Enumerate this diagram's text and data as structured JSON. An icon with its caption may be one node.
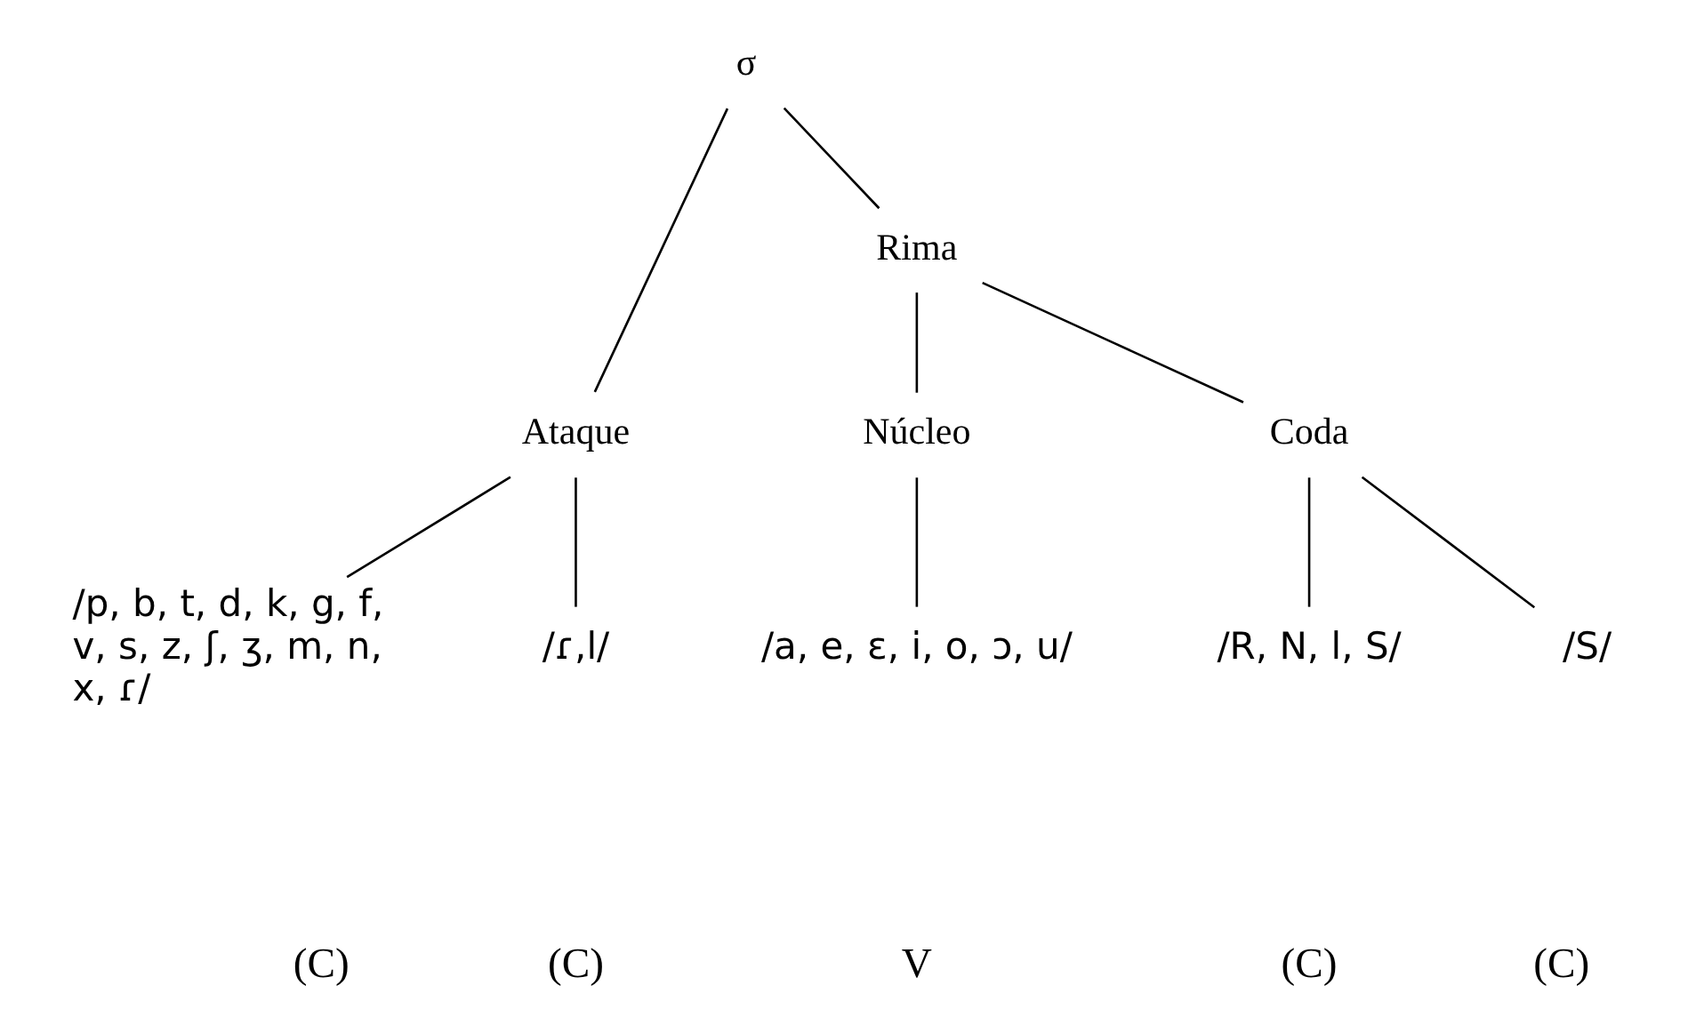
{
  "diagram": {
    "nodes": [
      {
        "text": [
          "σ"
        ]
      },
      {
        "text": [
          "Ataque"
        ]
      },
      {
        "text": [
          "Rima"
        ]
      },
      {
        "text": [
          "Núcleo"
        ]
      },
      {
        "text": [
          "Coda"
        ]
      },
      {
        "text": [
          "/p, b, t, d, k, g, f, v, s, z, ʃ, ʒ, m, n, x, ɾ/"
        ]
      },
      {
        "text": [
          "/ɾ,l/"
        ]
      },
      {
        "text": [
          "/a, e, ɛ, i, o, ɔ, u/"
        ]
      },
      {
        "text": [
          "/R, N, l, S/"
        ]
      },
      {
        "text": [
          "/S/"
        ]
      }
    ],
    "edges": [
      {
        "from": 0,
        "to": 1,
        "arrow": "none"
      },
      {
        "from": 0,
        "to": 2,
        "arrow": "none"
      },
      {
        "from": 1,
        "to": 5,
        "arrow": "none"
      },
      {
        "from": 1,
        "to": 6,
        "arrow": "none"
      },
      {
        "from": 2,
        "to": 3,
        "arrow": "none"
      },
      {
        "from": 2,
        "to": 4,
        "arrow": "none"
      },
      {
        "from": 3,
        "to": 7,
        "arrow": "none"
      },
      {
        "from": 4,
        "to": 8,
        "arrow": "none"
      },
      {
        "from": 4,
        "to": 9,
        "arrow": "none"
      }
    ],
    "labels": [
      "(C)",
      "(C)",
      "V",
      "(C)",
      "(C)"
    ]
  }
}
